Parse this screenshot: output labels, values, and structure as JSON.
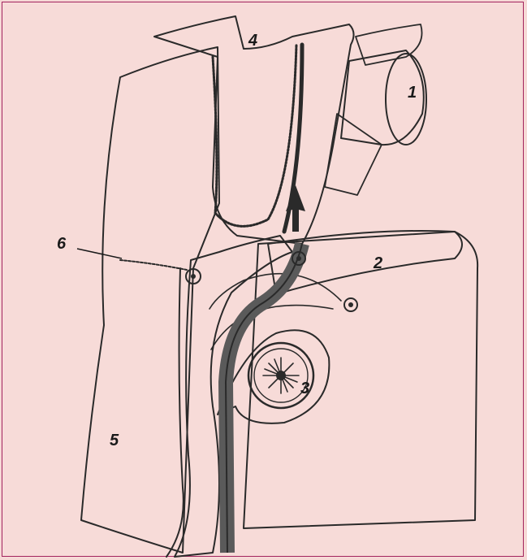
{
  "colors": {
    "background": "#f7dbd8",
    "border": "#a3245e",
    "ink": "#2a2a2a",
    "stipple_fill": "#ead0cc"
  },
  "labels": {
    "l1": "1",
    "l2": "2",
    "l3": "3",
    "l4": "4",
    "l5": "5",
    "l6": "6"
  },
  "icons": {
    "flow_arrow": "arrow-up-icon"
  }
}
